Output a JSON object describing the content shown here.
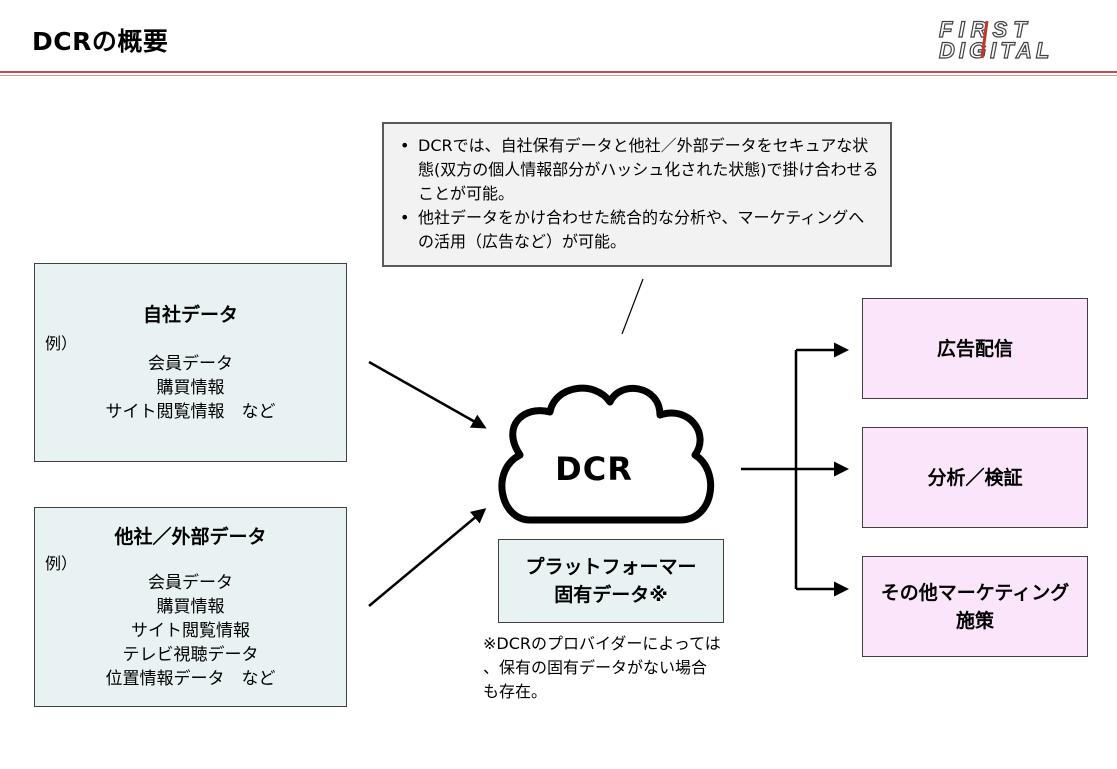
{
  "title": "DCRの概要",
  "logo": {
    "line1": "FIRST",
    "line2": "DIGITAL"
  },
  "note": {
    "bullets": [
      "DCRでは、自社保有データと他社／外部データをセキュアな状態(双方の個人情報部分がハッシュ化された状態)で掛け合わせることが可能。",
      "他社データをかけ合わせた統合的な分析や、マーケティングへの活用（広告など）が可能。"
    ]
  },
  "sources": {
    "own": {
      "title": "自社データ",
      "example_label": "例）",
      "items": [
        "会員データ",
        "購買情報",
        "サイト閲覧情報　など"
      ]
    },
    "external": {
      "title": "他社／外部データ",
      "example_label": "例）",
      "items": [
        "会員データ",
        "購買情報",
        "サイト閲覧情報",
        "テレビ視聴データ",
        "位置情報データ　など"
      ]
    }
  },
  "center": {
    "cloud_label": "DCR",
    "platform_label": "プラットフォーマー\n固有データ※",
    "footnote": "※DCRのプロバイダーによっては\n、保有の固有データがない場合\nも存在。"
  },
  "outputs": [
    {
      "label": "広告配信"
    },
    {
      "label": "分析／検証"
    },
    {
      "label": "その他マーケティング\n施策"
    }
  ],
  "colors": {
    "accent_rule": "#c0504d",
    "source_fill": "#e8f2f3",
    "output_fill": "#fbe5fb",
    "note_fill": "#f2f2f2",
    "logo_red": "#c0392b"
  }
}
